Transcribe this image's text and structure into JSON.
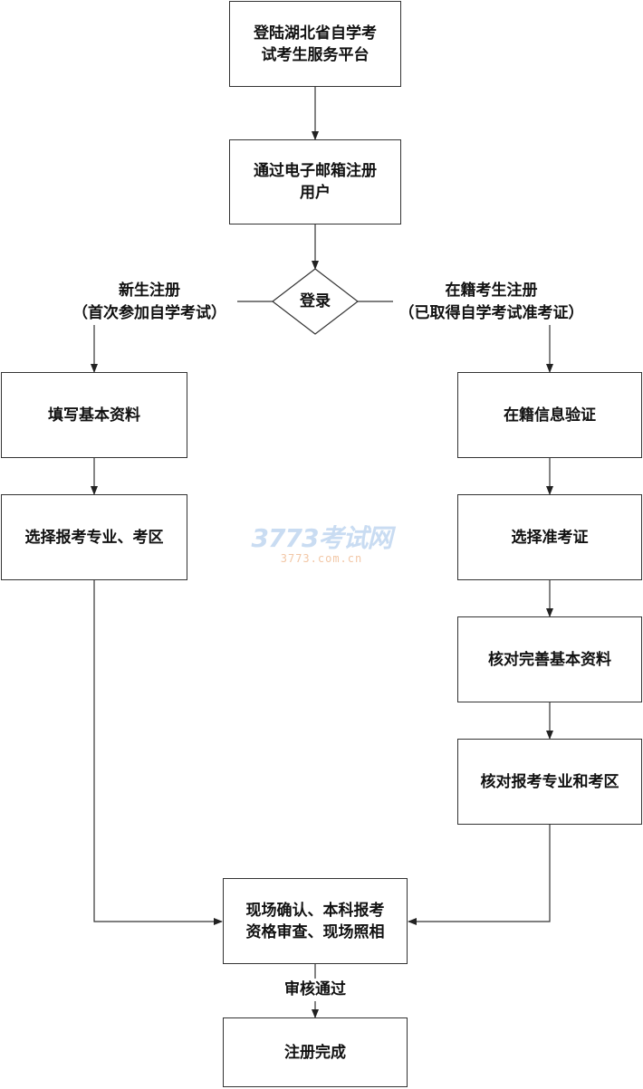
{
  "flow": {
    "login_platform": "登陆湖北省自学考\n试考生服务平台",
    "email_register": "通过电子邮箱注册\n用户",
    "login": "登录",
    "new_label": "新生注册\n（首次参加自学考试）",
    "existing_label": "在籍考生注册\n（已取得自学考试准考证）",
    "fill_basic": "填写基本资料",
    "select_major": "选择报考专业、考区",
    "verify_status": "在籍信息验证",
    "select_ticket": "选择准考证",
    "check_info": "核对完善基本资料",
    "check_major": "核对报考专业和考区",
    "onsite_confirm": "现场确认、本科报考\n资格审查、现场照相",
    "review_pass": "审核通过",
    "complete": "注册完成"
  },
  "watermark": {
    "main": "3773考试网",
    "sub": "3773.com.cn"
  }
}
